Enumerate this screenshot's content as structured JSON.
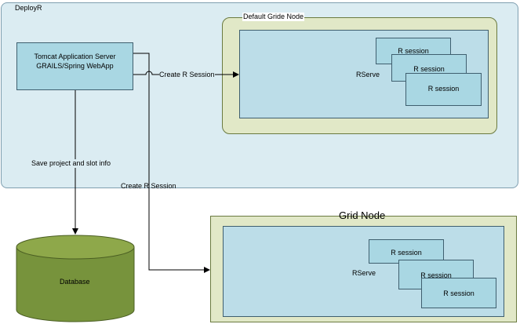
{
  "deployr": {
    "title": "DeployR"
  },
  "tomcat": {
    "line1": "Tomcat Application Server",
    "line2": "GRAILS/Spring WebApp"
  },
  "default_grid_node": {
    "title": "Default Gride Node",
    "rserve_label": "RServe",
    "sessions": [
      "R session",
      "R session",
      "R session"
    ]
  },
  "grid_node": {
    "title": "Grid Node",
    "rserve_label": "RServe",
    "sessions": [
      "R session",
      "R session",
      "R session"
    ]
  },
  "database": {
    "label": "Database"
  },
  "edges": {
    "create_session_1": "Create R Session",
    "create_session_2": "Create R Session",
    "save_project": "Save project and slot info"
  }
}
